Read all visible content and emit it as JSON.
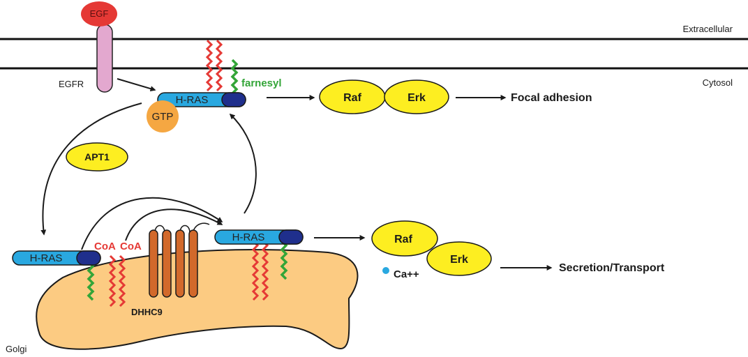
{
  "labels": {
    "extracellular": "Extracellular",
    "cytosol": "Cytosol",
    "egf": "EGF",
    "egfr": "EGFR",
    "farnesyl": "farnesyl",
    "gtp": "GTP",
    "hras": "H-RAS",
    "raf": "Raf",
    "erk": "Erk",
    "focal_adhesion": "Focal adhesion",
    "apt1": "APT1",
    "coa": "CoA",
    "dhhc9": "DHHC9",
    "golgi": "Golgi",
    "ca": "Ca++",
    "secretion": "Secretion/Transport"
  },
  "colors": {
    "membrane": "#111111",
    "egf": "#e53935",
    "egfr": "#e3a8cf",
    "hras_body": "#29a8e0",
    "hras_cap": "#1f2f8c",
    "gtp": "#f5a742",
    "raf_erk": "#fdee21",
    "palmitoyl": "#e53935",
    "farnesyl": "#33a538",
    "golgi": "#fccb82",
    "dhhc9": "#d2692b",
    "calcium": "#29a8e0"
  },
  "icons": {
    "palmitoyl": "red-zigzag-chain",
    "farnesyl": "green-zigzag-chain",
    "dhhc9": "four-helix-transmembrane-protein"
  }
}
